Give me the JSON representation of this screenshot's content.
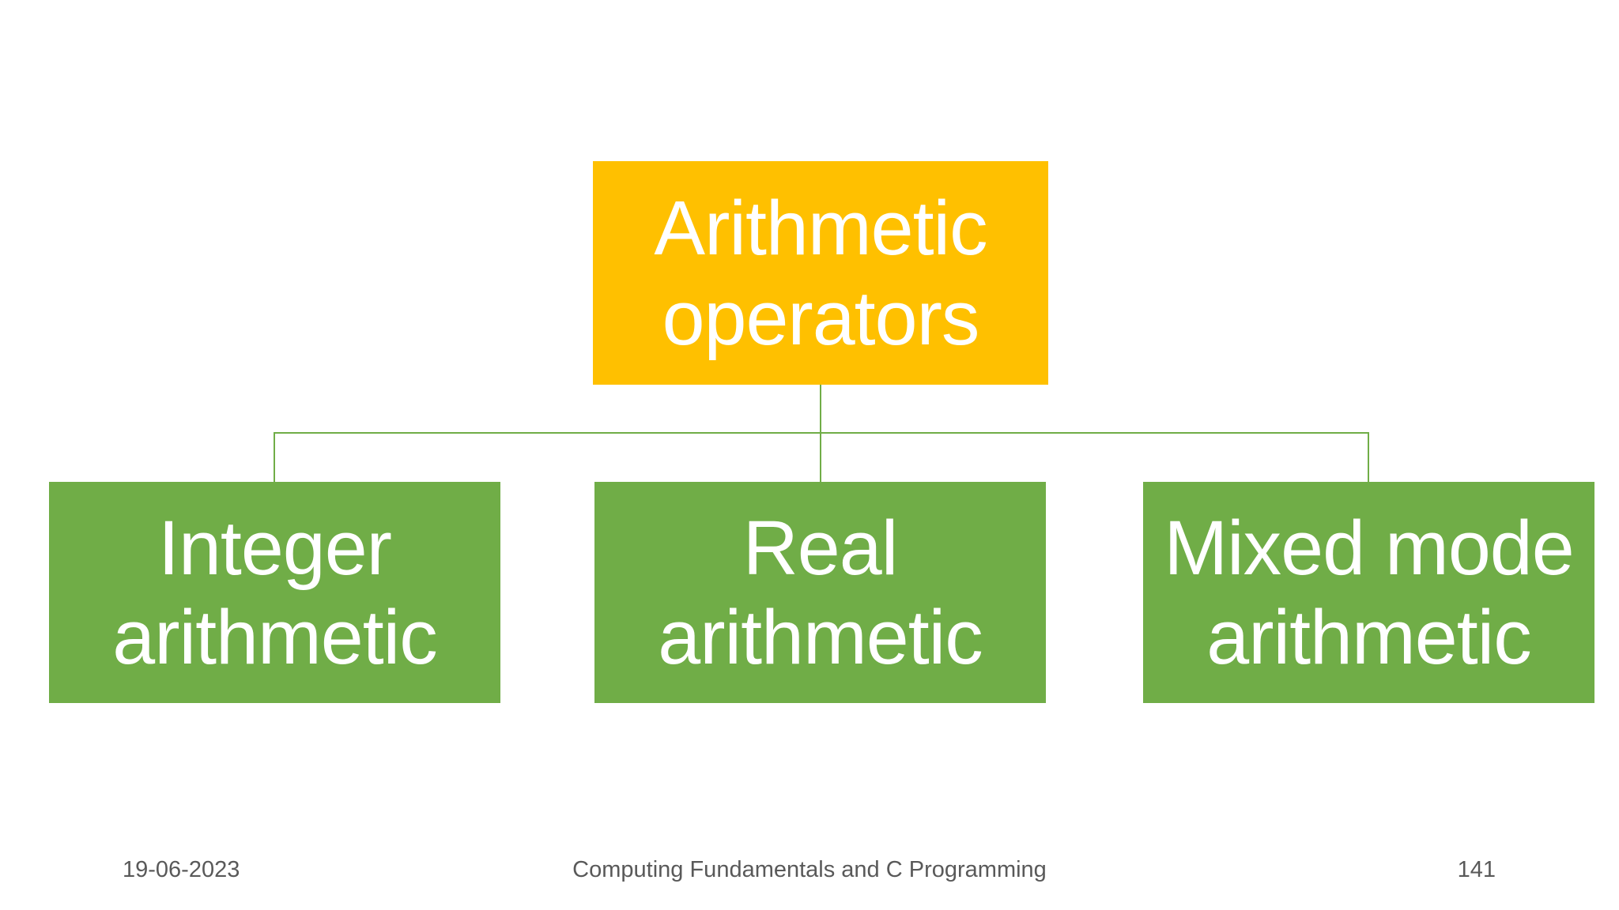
{
  "diagram": {
    "type": "hierarchy",
    "root": {
      "label": "Arithmetic operators",
      "fill_color": "#FFC000",
      "text_color": "#FFFFFF"
    },
    "children": [
      {
        "label": "Integer arithmetic"
      },
      {
        "label": "Real arithmetic"
      },
      {
        "label": "Mixed mode arithmetic"
      }
    ],
    "child_fill_color": "#70AD47",
    "child_text_color": "#FFFFFF",
    "connector_color": "#70AD47"
  },
  "footer": {
    "date": "19-06-2023",
    "title": "Computing Fundamentals and C Programming",
    "page_number": "141"
  },
  "slide": {
    "background_color": "#FFFFFF"
  }
}
